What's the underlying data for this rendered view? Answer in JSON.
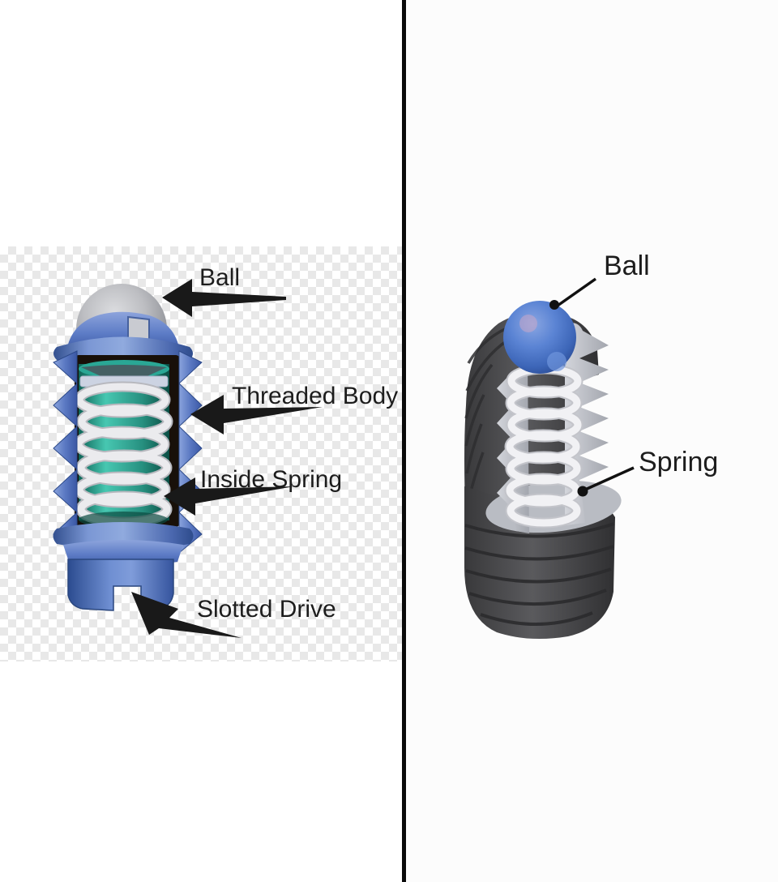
{
  "title": "Ball spring plunger labeled diagrams",
  "divider": {
    "color": "#0a0a0a"
  },
  "left": {
    "subject": "spring-plunger-cutaway-illustration",
    "background": "transparency-checkerboard",
    "labels": {
      "ball": "Ball",
      "threaded_body": "Threaded Body",
      "inside_spring": "Inside Spring",
      "slotted_drive": "Slotted Drive"
    },
    "colors": {
      "body_blue": "#5577c2",
      "interior_teal": "#2aa18f",
      "spring_white": "#e9e9ed",
      "ball_gray": "#bcbdc1",
      "annotation_black": "#191919"
    }
  },
  "right": {
    "subject": "spring-plunger-3d-render",
    "background": "#fcfcfc",
    "labels": {
      "ball": "Ball",
      "spring": "Spring"
    },
    "colors": {
      "body_gray": "#4c4c4e",
      "cutaway_silver": "#bfc2c9",
      "spring_white": "#efeff2",
      "ball_blue": "#4a79cc",
      "annotation_black": "#111111"
    }
  }
}
